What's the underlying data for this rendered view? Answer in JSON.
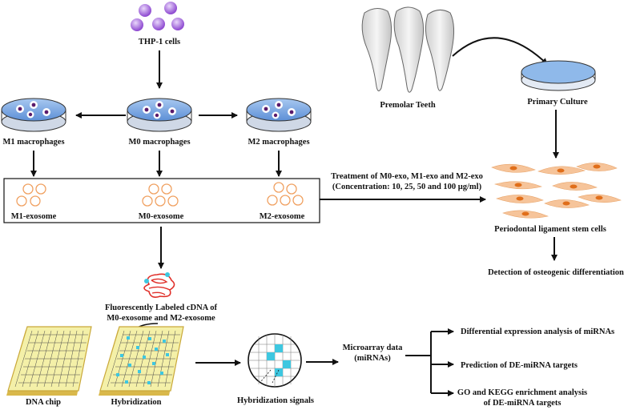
{
  "labels": {
    "thp1": "THP-1 cells",
    "m1_macrophages": "M1 macrophages",
    "m0_macrophages": "M0 macrophages",
    "m2_macrophages": "M2 macrophages",
    "m1_exosome": "M1-exosome",
    "m0_exosome": "M0-exosome",
    "m2_exosome": "M2-exosome",
    "premolar_teeth": "Premolar Teeth",
    "primary_culture": "Primary Culture",
    "treatment_line1": "Treatment of M0-exo, M1-exo and M2-exo",
    "treatment_line2": "(Concentration: 10, 25, 50 and 100 μg/ml)",
    "pdlsc": "Periodontal ligament stem cells",
    "osteogenic": "Detection of osteogenic differentiation",
    "cdna_line1": "Fluorescently Labeled cDNA of",
    "cdna_line2": "M0-exosome and M2-exosome",
    "dna_chip": "DNA chip",
    "hybridization": "Hybridization",
    "hybridization_signals": "Hybridization signals",
    "microarray_line1": "Microarray data",
    "microarray_line2": "(miRNAs)",
    "out1": "Differential expression analysis of miRNAs",
    "out2": "Prediction of DE-miRNA targets",
    "out3_line1": "GO and KEGG enrichment analysis",
    "out3_line2": "of DE-miRNA targets"
  },
  "colors": {
    "thp1_cell": "#9b59d6",
    "dish_liquid": "#7fb0e8",
    "macrophage_nucleus": "#5a1a6b",
    "exosome_ring": "#f0a060",
    "tooth_fill": "#e6e6e6",
    "stem_cell": "#f2b07a",
    "stem_nucleus": "#e0701e",
    "chip_fill": "#f4f0a8",
    "chip_border": "#d9b84a",
    "cdna": "#e0302a",
    "spot": "#3ec7e0"
  },
  "icons": [
    "cell-icon",
    "petri-dish-icon",
    "tooth-icon",
    "dna-chip-icon",
    "cdna-icon",
    "magnifier-icon"
  ]
}
